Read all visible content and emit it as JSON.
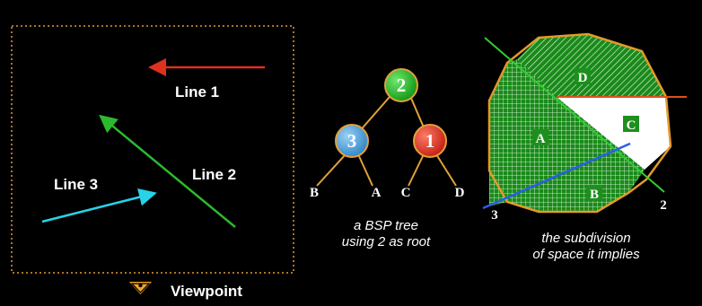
{
  "left_panel": {
    "line1_label": "Line 1",
    "line2_label": "Line 2",
    "line3_label": "Line 3",
    "viewpoint_label": "Viewpoint",
    "line1_color": "#e0301e",
    "line2_color": "#2db92d",
    "line3_color": "#26d3e8",
    "frame_color": "#e39a2a",
    "viewpoint_icon": "viewpoint-eye-icon"
  },
  "tree": {
    "root": "2",
    "left_child": "3",
    "right_child": "1",
    "leaf_b": "B",
    "leaf_a": "A",
    "leaf_c": "C",
    "leaf_d": "D",
    "caption_line1": "a BSP tree",
    "caption_line2": "using 2 as root",
    "edge_color": "#e3a13a",
    "root_color": "#1fb51f",
    "left_color": "#4aa3e0",
    "right_color": "#e0301e"
  },
  "subdivision": {
    "region_a": "A",
    "region_b": "B",
    "region_c": "C",
    "region_d": "D",
    "line2_number": "2",
    "line3_number": "3",
    "caption_line1": "the subdivision",
    "caption_line2": "of space it implies",
    "hatch_color": "#1e8f1e",
    "boundary_color": "#e39a2a"
  }
}
